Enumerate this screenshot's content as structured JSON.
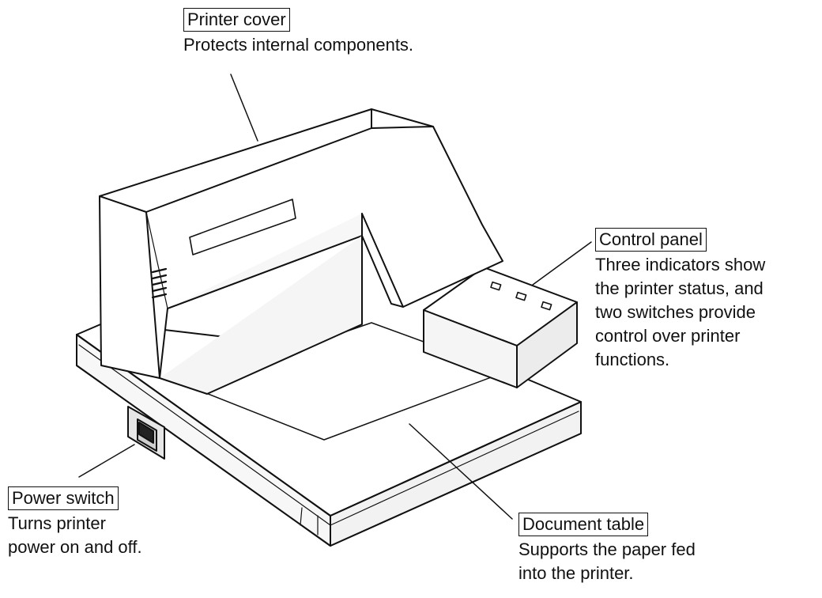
{
  "callouts": {
    "printer_cover": {
      "title": "Printer cover",
      "lines": [
        "Protects internal components."
      ]
    },
    "control_panel": {
      "title": "Control panel",
      "lines": [
        "Three indicators show",
        "the printer status, and",
        "two switches provide",
        "control over printer",
        "functions."
      ]
    },
    "power_switch": {
      "title": "Power switch",
      "lines": [
        "Turns printer",
        "power on and off."
      ]
    },
    "document_table": {
      "title": "Document table",
      "lines": [
        "Supports the paper fed",
        "into the printer."
      ]
    }
  },
  "colors": {
    "line": "#111111",
    "fill": "#ffffff",
    "shade": "#f2f2f2"
  }
}
